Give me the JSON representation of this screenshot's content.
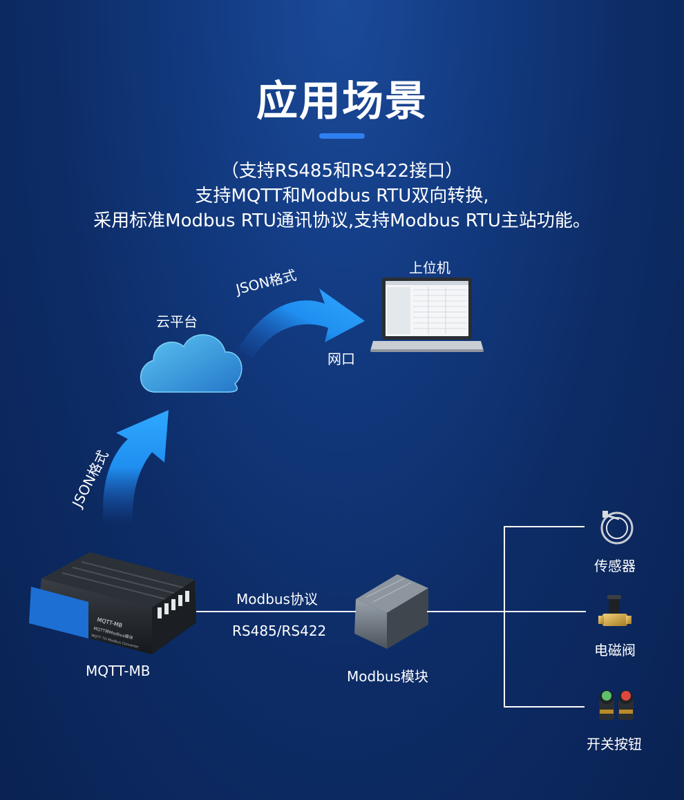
{
  "header": {
    "title": "应用场景",
    "desc_lines": [
      "（支持RS485和RS422接口）",
      "支持MQTT和Modbus RTU双向转换,",
      "采用标准Modbus RTU通讯协议,支持Modbus RTU主站功能。"
    ]
  },
  "diagram": {
    "cloud_label": "云平台",
    "pc_label": "上位机",
    "network_label": "网口",
    "arrow_top_label": "JSON格式",
    "arrow_left_label": "JSON格式",
    "gateway_label": "MQTT-MB",
    "gateway_text": {
      "model": "MQTT-MB",
      "sub": "MQTT转Modbus模块",
      "en": "MQTT TO Modbus Converter"
    },
    "link_protocol": "Modbus协议",
    "link_interface": "RS485/RS422",
    "module_label": "Modbus模块",
    "devices": [
      {
        "name": "传感器",
        "icon": "sensor-icon"
      },
      {
        "name": "电磁阀",
        "icon": "solenoid-valve-icon"
      },
      {
        "name": "开关按钮",
        "icon": "switch-button-icon"
      }
    ]
  },
  "colors": {
    "accent": "#2f7ff0",
    "background": "#123a80",
    "cloud": "#3aa3e0"
  }
}
